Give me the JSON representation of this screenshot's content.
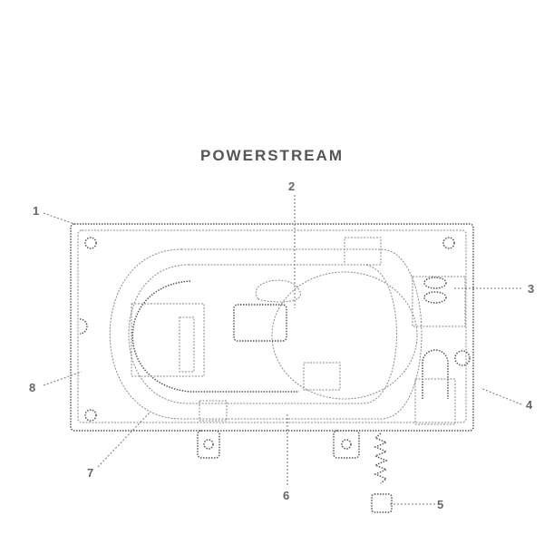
{
  "title": "POWERSTREAM",
  "callouts": [
    "1",
    "2",
    "3",
    "4",
    "5",
    "6",
    "7",
    "8"
  ]
}
